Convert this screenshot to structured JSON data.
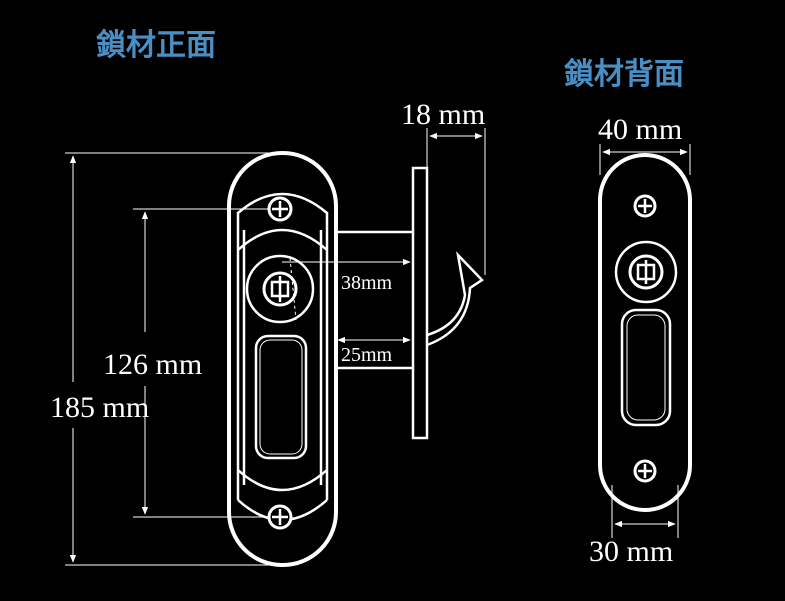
{
  "front_view": {
    "title": "鎖材正面",
    "dim_18": "18 mm",
    "dim_38": "38mm",
    "dim_25": "25mm",
    "dim_126": "126 mm",
    "dim_185": "185 mm"
  },
  "back_view": {
    "title": "鎖材背面",
    "dim_40": "40 mm",
    "dim_30": "30 mm"
  }
}
